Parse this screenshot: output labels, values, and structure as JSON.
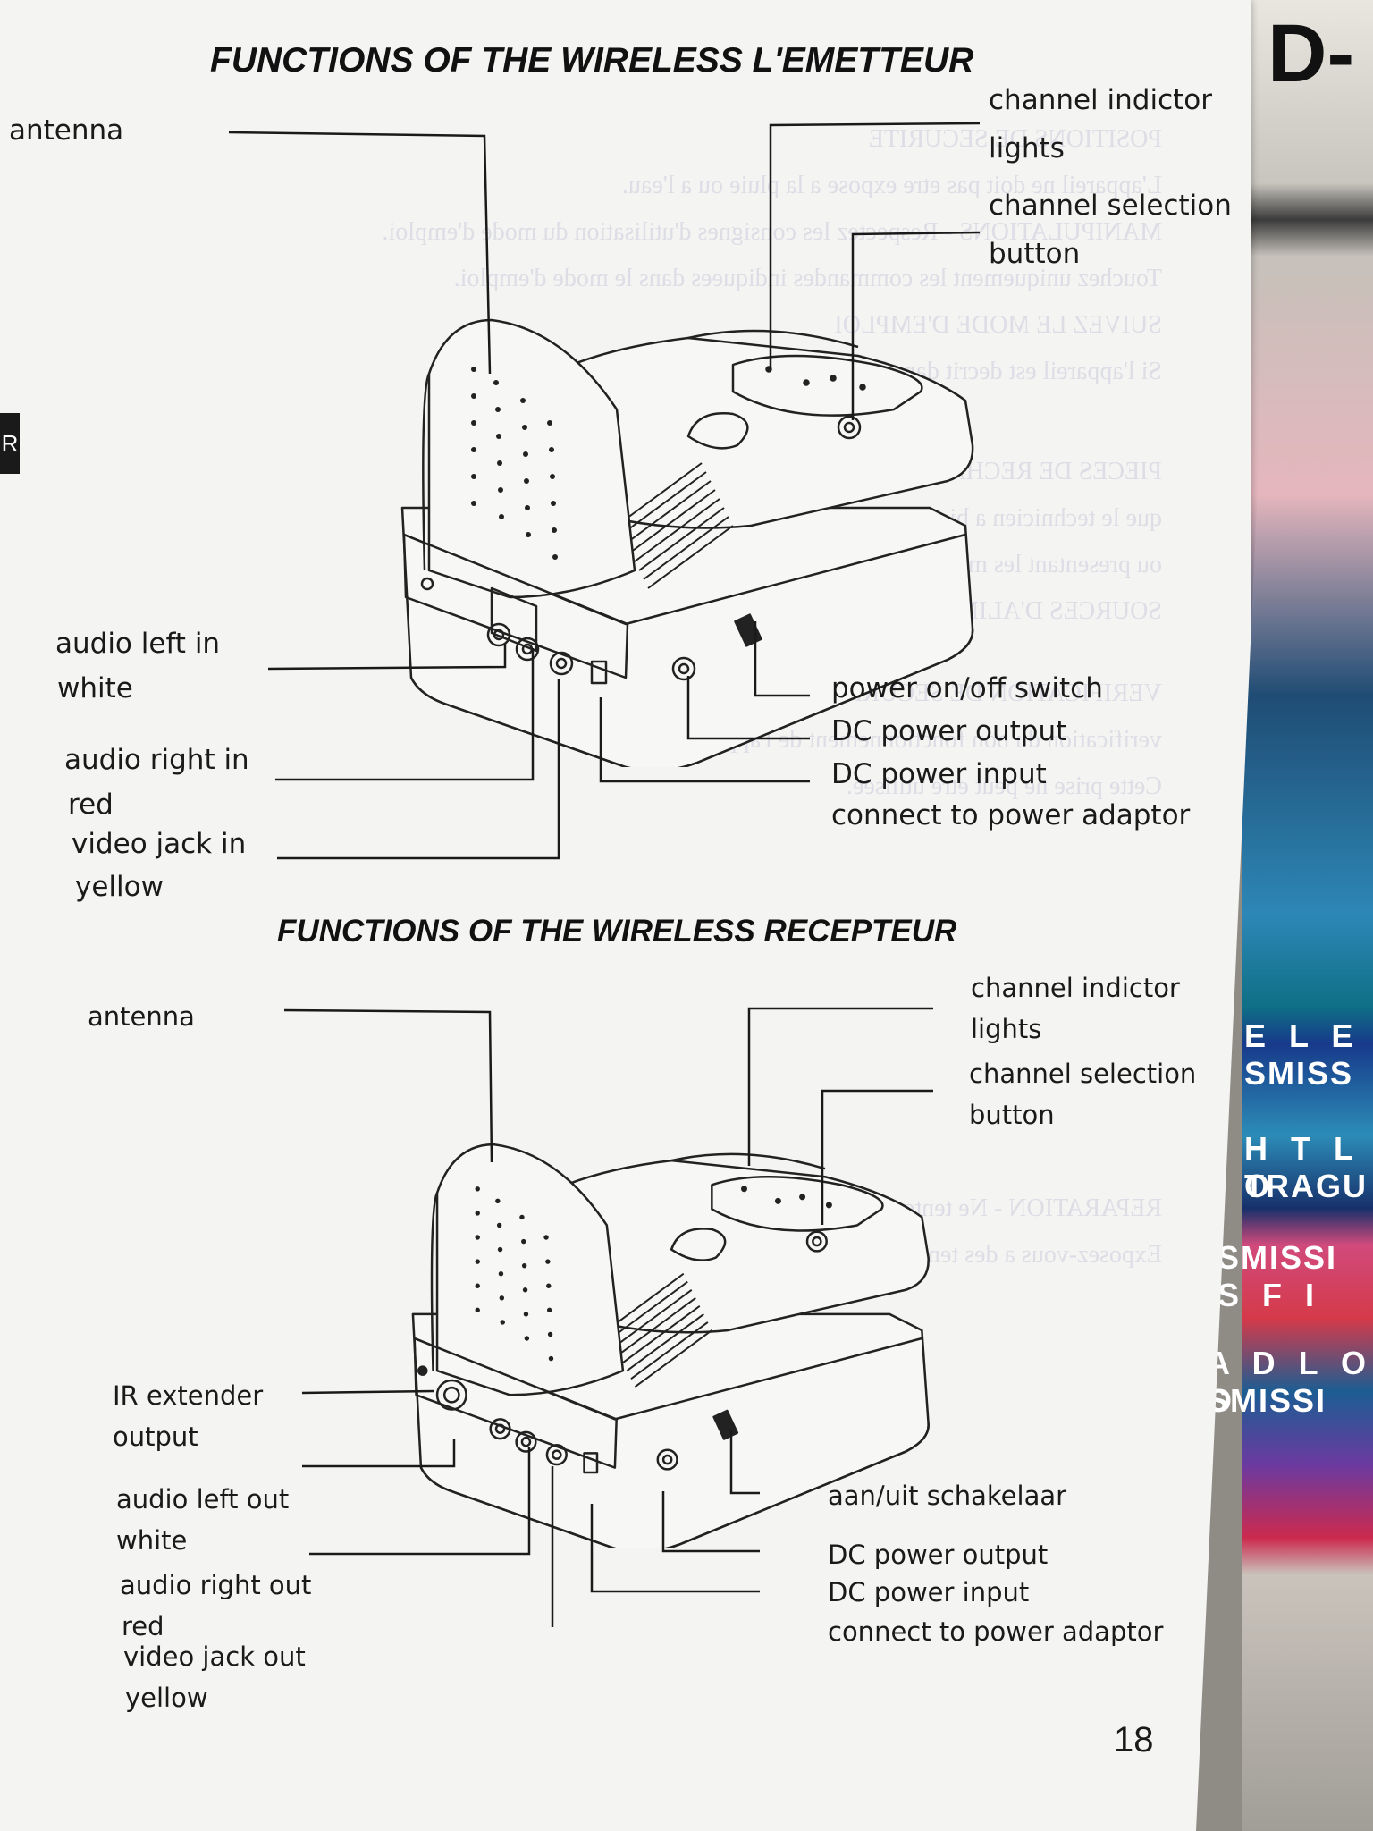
{
  "cover": {
    "top_text": "D-",
    "words": [
      "E L E",
      "SMISS",
      "H T L O",
      "TRAGU",
      "SMISSI",
      "S  F I",
      "A D L O O",
      "SMISSI"
    ]
  },
  "background_text": [
    "POSITIONS DE SECURITE",
    "L'appareil ne doit pas etre expose a la pluie ou a l'eau.",
    "MANIPULATIONS - Respectez les consignes d'utilisation du mode d'emploi.",
    "Touchez uniquement les commandes indiquees dans le mode d'emploi.",
    "SUIVEZ LE MODE D'EMPLOI",
    "Si l'appareil est decrit dans le mode d'emploi.",
    "PIECES DE RECHANGE - Si des pieces de rechange sont necessaires",
    "que le technicien a bien recours a des pieces specifiees par le fabricant",
    "ou presentant les memes caracteristiques que les pieces d'origine.",
    "SOURCES D'ALIMENTATION",
    "VERIFICATION DE SECURITE - A l'issue de tout entretien",
    "verification du bon fonctionnement de l'appareil.",
    "Cette prise ne peut etre utilisee.",
    "REPARATION - Ne tentez pas de reparer vous-meme l'appareil.",
    "Exposez-vous a des tensions dangereuses."
  ],
  "section_tab": "R",
  "transmitter": {
    "title": "FUNCTIONS OF THE WIRELESS L'EMETTEUR",
    "labels": {
      "antenna": "antenna",
      "channel_indictor": "channel indictor",
      "lights": "lights",
      "channel_selection": "channel selection",
      "button": "button",
      "audio_left_in": "audio left in",
      "white": "white",
      "audio_right_in": "audio right in",
      "red": "red",
      "video_jack_in": "video jack in",
      "yellow": "yellow",
      "power_switch": "power on/off switch",
      "dc_power_output": "DC power output",
      "dc_power_input": "DC power input",
      "connect_adaptor": "connect to power adaptor"
    }
  },
  "receiver": {
    "title": "FUNCTIONS OF THE WIRELESS RECEPTEUR",
    "labels": {
      "antenna": "antenna",
      "channel_indictor": "channel indictor",
      "lights": "lights",
      "channel_selection": "channel selection",
      "button": "button",
      "ir_extender": "IR extender",
      "output": "output",
      "audio_left_out": "audio left out",
      "white": "white",
      "audio_right_out": "audio right out",
      "red": "red",
      "video_jack_out": "video jack out",
      "yellow": "yellow",
      "power_switch": "aan/uit schakelaar",
      "dc_power_output": "DC power output",
      "dc_power_input": "DC power input",
      "connect_adaptor": "connect to power adaptor"
    }
  },
  "page_number": "18"
}
